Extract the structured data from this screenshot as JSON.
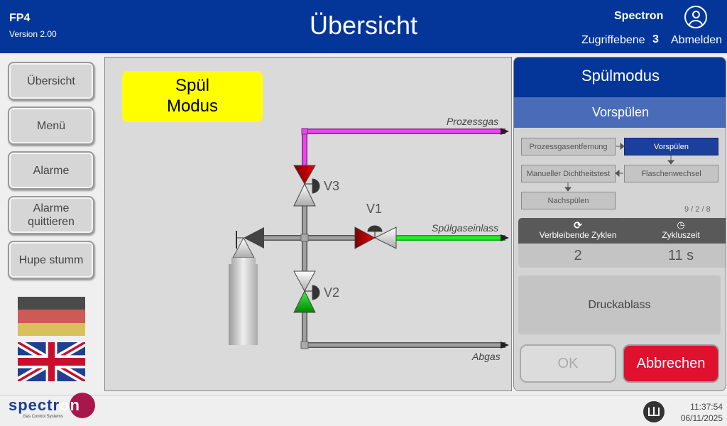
{
  "header": {
    "device": "FP4",
    "version": "Version 2.00",
    "title": "Übersicht",
    "company": "Spectron",
    "access_label": "Zugriffebene",
    "access_level": "3",
    "logout": "Abmelden"
  },
  "nav": {
    "overview": "Übersicht",
    "menu": "Menü",
    "alarms": "Alarme",
    "ack_line1": "Alarme",
    "ack_line2": "quittieren",
    "horn": "Hupe stumm"
  },
  "diagram": {
    "mode_line1": "Spül",
    "mode_line2": "Modus",
    "process_gas": "Prozessgas",
    "purge_inlet": "Spülgaseinlass",
    "exhaust": "Abgas",
    "v1": "V1",
    "v2": "V2",
    "v3": "V3"
  },
  "right": {
    "title": "Spülmodus",
    "subtitle": "Vorspülen",
    "steps": [
      "Prozessgasentfernung",
      "Vorspülen",
      "Manueller Dichtheitstest",
      "Flaschenwechsel",
      "Nachspülen"
    ],
    "counter": "9 / 2 / 8",
    "cycles_label": "Verbleibende Zyklen",
    "cycles_value": "2",
    "cycle_time_label": "Zykluszeit",
    "cycle_time_value": "11 s",
    "pressure_release": "Druckablass",
    "ok": "OK",
    "cancel": "Abbrechen"
  },
  "footer": {
    "logo": "spectron",
    "logo_sub": "Gas Control Systems",
    "time": "11:37:54",
    "date": "06/11/2025"
  },
  "colors": {
    "header": "#04369a",
    "active_step": "#1a3f9c",
    "cancel": "#e0102f",
    "process_pipe": "#e040e0",
    "purge_pipe": "#22cc22"
  }
}
